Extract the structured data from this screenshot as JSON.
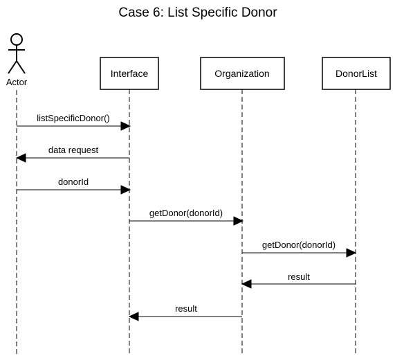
{
  "diagram": {
    "title": "Case 6: List Specific Donor",
    "actor": {
      "label": "Actor"
    },
    "participants": [
      {
        "id": "interface",
        "label": "Interface"
      },
      {
        "id": "organization",
        "label": "Organization"
      },
      {
        "id": "donorlist",
        "label": "DonorList"
      }
    ],
    "messages": [
      {
        "from": "actor",
        "to": "interface",
        "label": "listSpecificDonor()"
      },
      {
        "from": "interface",
        "to": "actor",
        "label": "data request"
      },
      {
        "from": "actor",
        "to": "interface",
        "label": "donorId"
      },
      {
        "from": "interface",
        "to": "organization",
        "label": "getDonor(donorId)"
      },
      {
        "from": "organization",
        "to": "donorlist",
        "label": "getDonor(donorId)"
      },
      {
        "from": "donorlist",
        "to": "organization",
        "label": "result"
      },
      {
        "from": "organization",
        "to": "interface",
        "label": "result"
      }
    ]
  }
}
